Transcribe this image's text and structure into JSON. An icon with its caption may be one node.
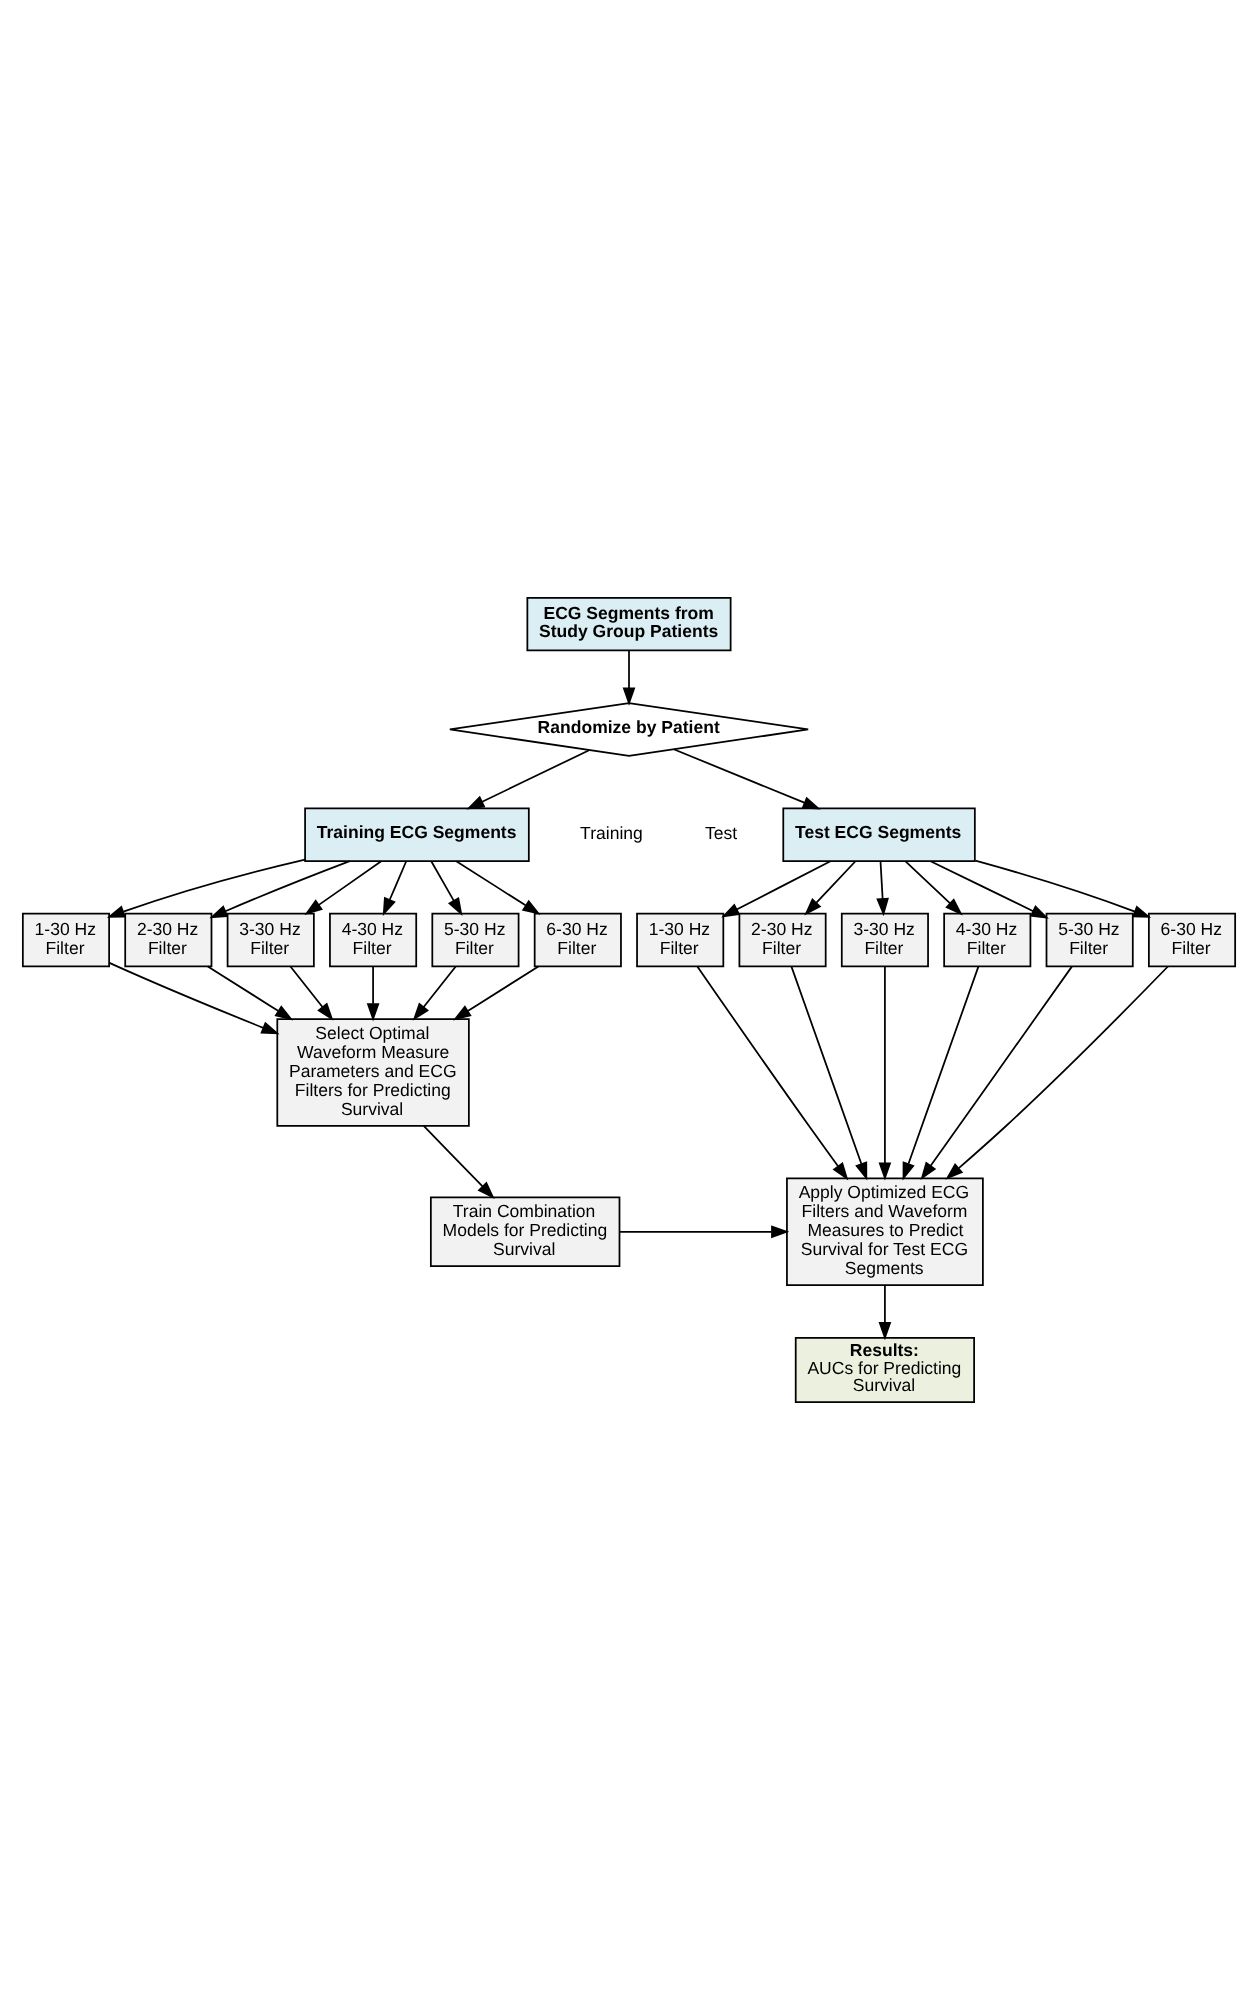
{
  "diagram": {
    "nodes": [
      {
        "text": [
          "ECG Segments from Study Group Patients"
        ]
      },
      {
        "text": [
          "Randomize by Patient"
        ]
      },
      {
        "text": [
          "Training ECG Segments"
        ]
      },
      {
        "text": [
          "Test ECG Segments"
        ]
      },
      {
        "text": [
          "1-30 Hz Filter"
        ]
      },
      {
        "text": [
          "2-30 Hz Filter"
        ]
      },
      {
        "text": [
          "3-30 Hz Filter"
        ]
      },
      {
        "text": [
          "4-30 Hz Filter"
        ]
      },
      {
        "text": [
          "5-30 Hz Filter"
        ]
      },
      {
        "text": [
          "6-30 Hz Filter"
        ]
      },
      {
        "text": [
          "1-30 Hz Filter"
        ]
      },
      {
        "text": [
          "2-30 Hz Filter"
        ]
      },
      {
        "text": [
          "3-30 Hz Filter"
        ]
      },
      {
        "text": [
          "4-30 Hz Filter"
        ]
      },
      {
        "text": [
          "5-30 Hz Filter"
        ]
      },
      {
        "text": [
          "6-30 Hz Filter"
        ]
      },
      {
        "text": [
          "Select Optimal Waveform Measure Parameters and ECG Filters for Predicting Survival"
        ]
      },
      {
        "text": [
          "Train Combination Models for Predicting Survival"
        ]
      },
      {
        "text": [
          "Apply Optimized ECG Filters and Waveform Measures to Predict Survival for Test ECG Segments"
        ]
      },
      {
        "text": [
          "Results:",
          "AUCs for Predicting Survival"
        ]
      }
    ],
    "edges": [
      {
        "from": 0,
        "to": 1,
        "arrow": "to"
      },
      {
        "from": 1,
        "to": 2,
        "arrow": "to"
      },
      {
        "from": 1,
        "to": 3,
        "arrow": "to"
      },
      {
        "from": 2,
        "to": 4,
        "arrow": "to"
      },
      {
        "from": 2,
        "to": 5,
        "arrow": "to"
      },
      {
        "from": 2,
        "to": 6,
        "arrow": "to"
      },
      {
        "from": 2,
        "to": 7,
        "arrow": "to"
      },
      {
        "from": 2,
        "to": 8,
        "arrow": "to"
      },
      {
        "from": 2,
        "to": 9,
        "arrow": "to"
      },
      {
        "from": 4,
        "to": 16,
        "arrow": "to"
      },
      {
        "from": 5,
        "to": 16,
        "arrow": "to"
      },
      {
        "from": 6,
        "to": 16,
        "arrow": "to"
      },
      {
        "from": 7,
        "to": 16,
        "arrow": "to"
      },
      {
        "from": 8,
        "to": 16,
        "arrow": "to"
      },
      {
        "from": 9,
        "to": 16,
        "arrow": "to"
      },
      {
        "from": 3,
        "to": 10,
        "arrow": "to"
      },
      {
        "from": 3,
        "to": 11,
        "arrow": "to"
      },
      {
        "from": 3,
        "to": 12,
        "arrow": "to"
      },
      {
        "from": 3,
        "to": 13,
        "arrow": "to"
      },
      {
        "from": 3,
        "to": 14,
        "arrow": "to"
      },
      {
        "from": 3,
        "to": 15,
        "arrow": "to"
      },
      {
        "from": 10,
        "to": 18,
        "arrow": "to"
      },
      {
        "from": 11,
        "to": 18,
        "arrow": "to"
      },
      {
        "from": 12,
        "to": 18,
        "arrow": "to"
      },
      {
        "from": 13,
        "to": 18,
        "arrow": "to"
      },
      {
        "from": 14,
        "to": 18,
        "arrow": "to"
      },
      {
        "from": 15,
        "to": 18,
        "arrow": "to"
      },
      {
        "from": 16,
        "to": 17,
        "arrow": "to"
      },
      {
        "from": 17,
        "to": 18,
        "arrow": "to"
      },
      {
        "from": 18,
        "to": 19,
        "arrow": "to"
      }
    ],
    "labels": [
      "Training",
      "Test"
    ]
  }
}
